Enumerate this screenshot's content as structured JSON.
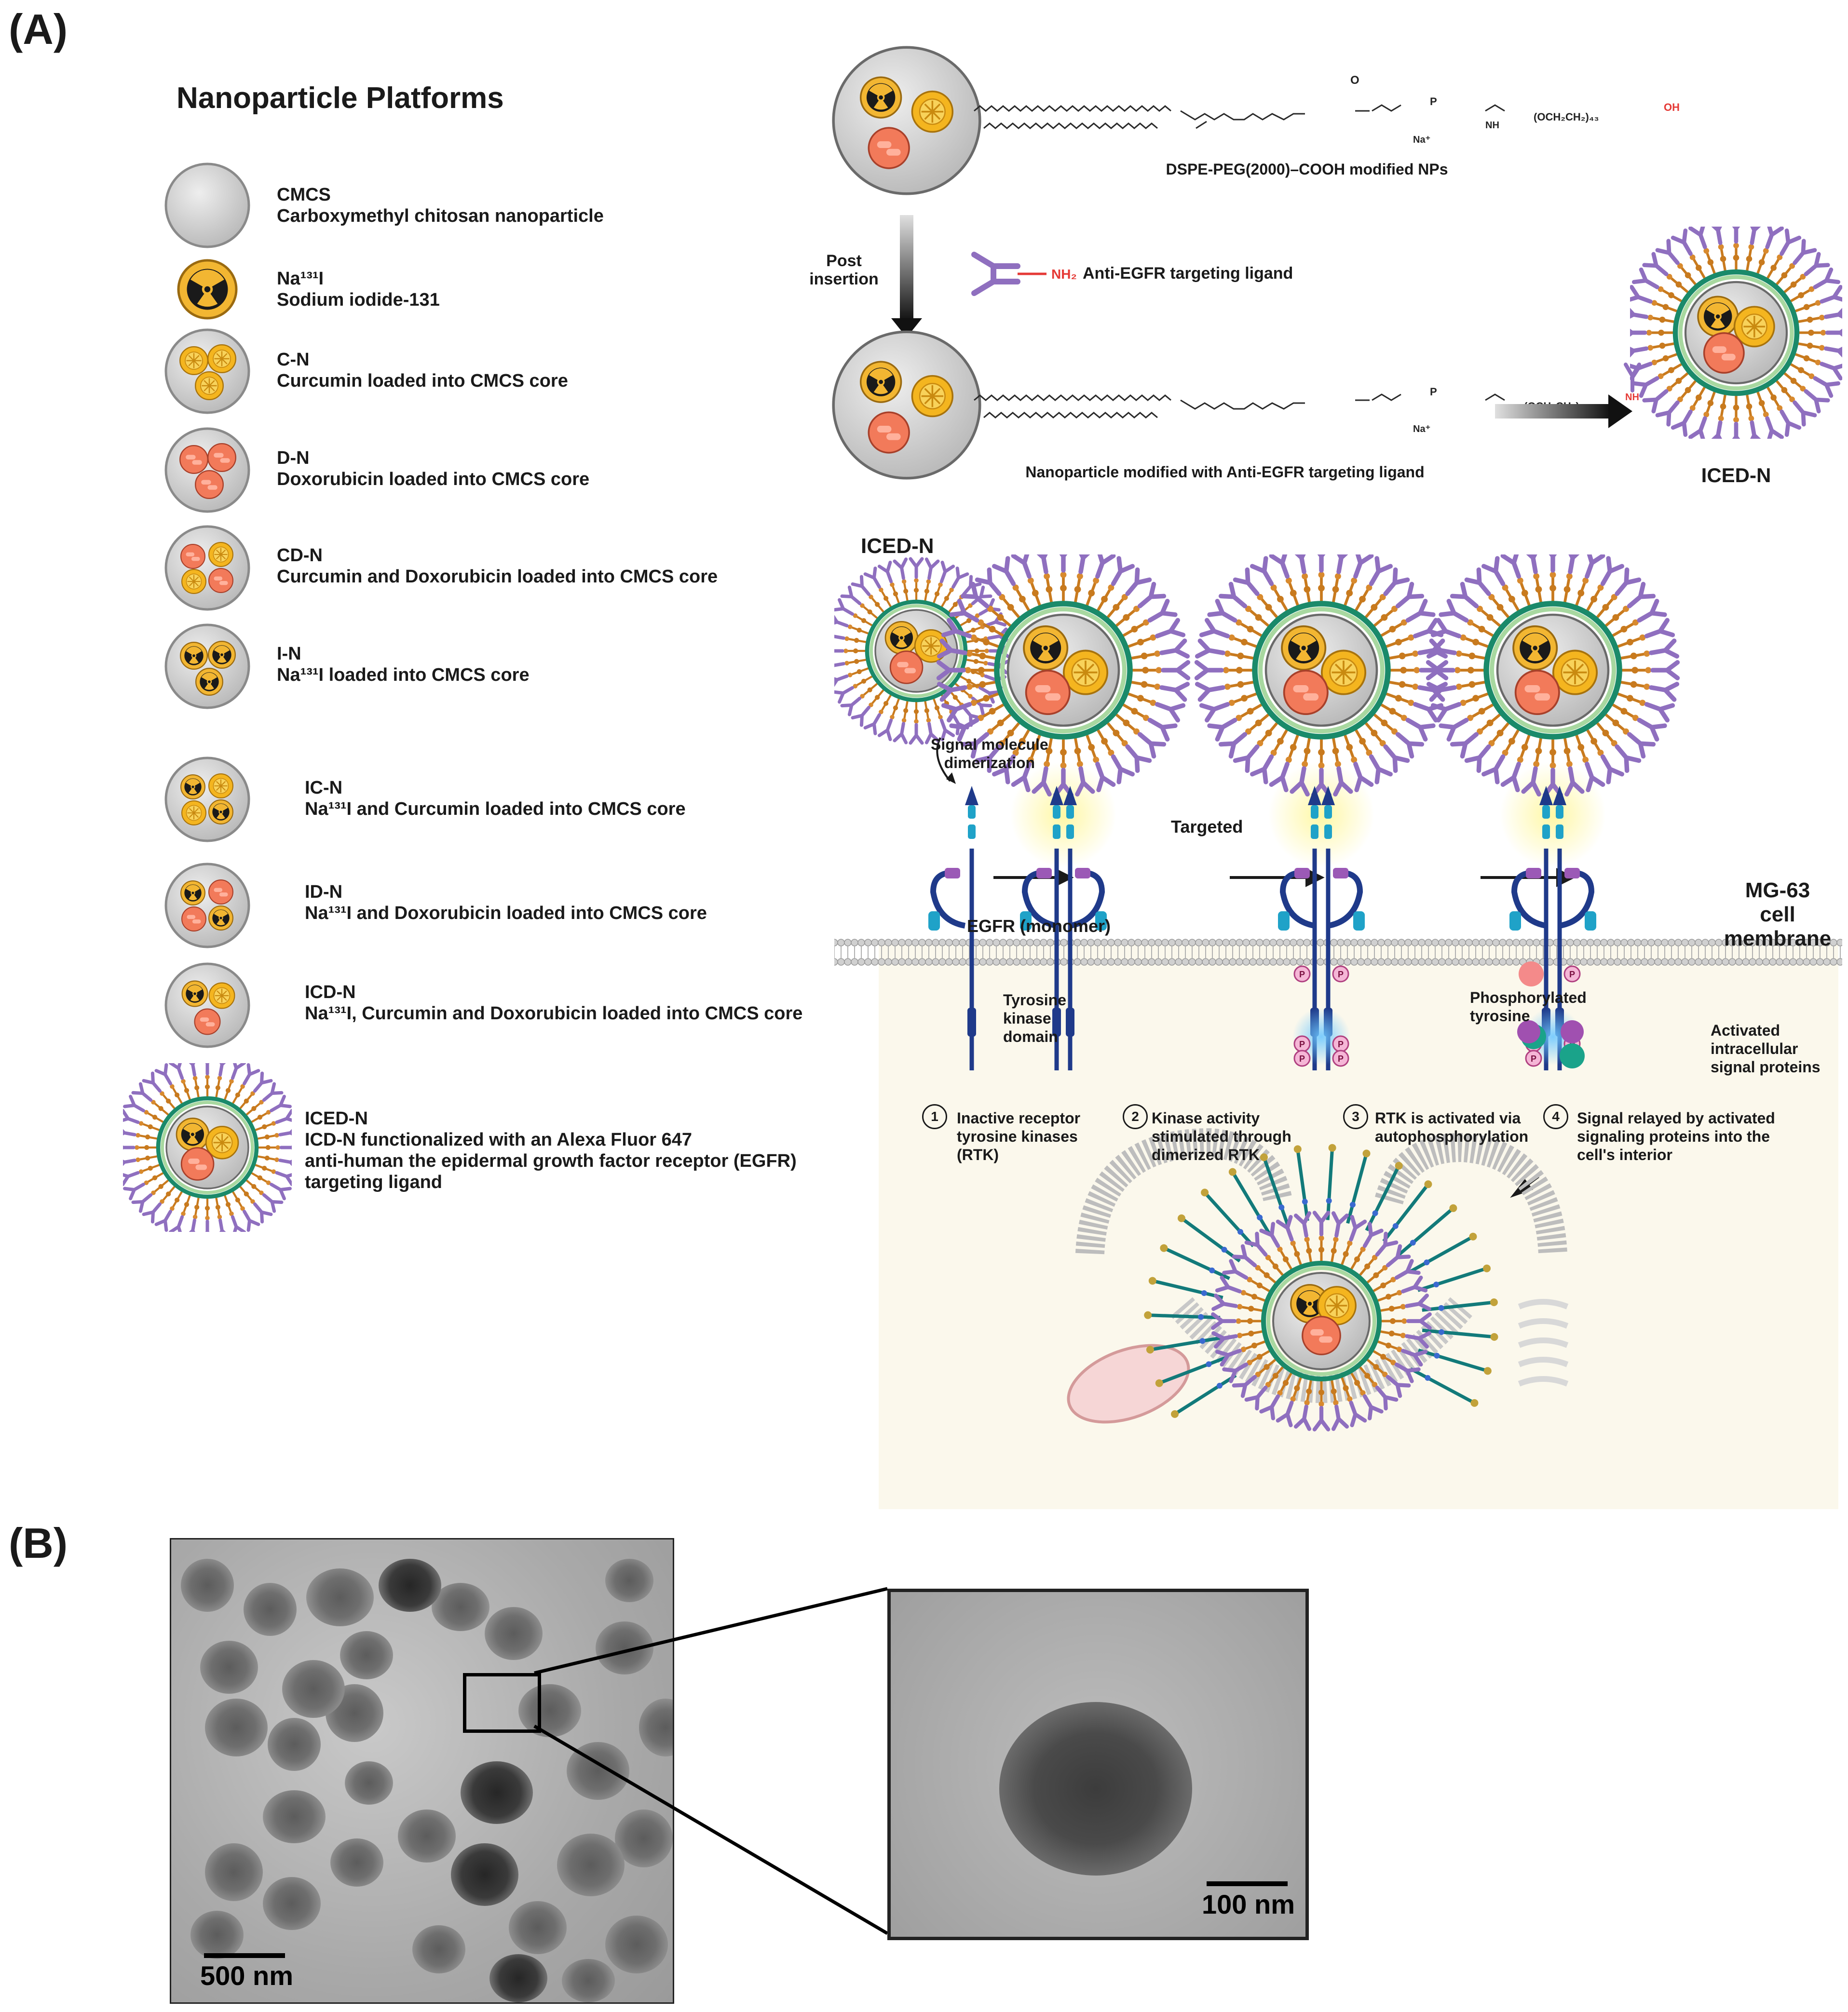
{
  "panel_labels": {
    "a": "(A)",
    "b": "(B)"
  },
  "platforms": {
    "title": "Nanoparticle Platforms",
    "items": [
      {
        "code": "CMCS",
        "desc": "Carboxymethyl chitosan nanoparticle"
      },
      {
        "code": "Na¹³¹I",
        "desc": "Sodium iodide-131"
      },
      {
        "code": "C-N",
        "desc": "Curcumin loaded into CMCS core"
      },
      {
        "code": "D-N",
        "desc": "Doxorubicin loaded into CMCS core"
      },
      {
        "code": "CD-N",
        "desc": "Curcumin and Doxorubicin loaded into CMCS core"
      },
      {
        "code": "I-N",
        "desc": "Na¹³¹I loaded into CMCS core"
      },
      {
        "code": "IC-N",
        "desc": "Na¹³¹I and Curcumin loaded into CMCS core"
      },
      {
        "code": "ID-N",
        "desc": "Na¹³¹I and Doxorubicin loaded into CMCS core"
      },
      {
        "code": "ICD-N",
        "desc": "Na¹³¹I, Curcumin and Doxorubicin loaded into CMCS core"
      },
      {
        "code": "ICED-N",
        "desc1": "ICD-N functionalized with an Alexa Fluor 647",
        "desc2": "anti-human the epidermal growth factor receptor (EGFR)",
        "desc3": "targeting ligand"
      }
    ]
  },
  "synthesis": {
    "caption_top": "DSPE-PEG(2000)–COOH modified NPs",
    "post_insertion_line1": "Post",
    "post_insertion_line2": "insertion",
    "ligand_label": "Anti-EGFR targeting ligand",
    "ligand_group": "NH₂",
    "caption_bottom": "Nanoparticle modified with Anti-EGFR targeting ligand",
    "product": "ICED-N",
    "peg_formula": "(OCH₂CH₂)₄₃",
    "cooh": "OH",
    "nh": "NH",
    "na": "Na⁺"
  },
  "mechanism": {
    "iced_label": "ICED-N",
    "signal_line1": "Signal molecule",
    "signal_line2": "dimerization",
    "targeted": "Targeted",
    "egfr": "EGFR (monomer)",
    "membrane_line1": "MG-63",
    "membrane_line2": "cell membrane",
    "tk_line1": "Tyrosine",
    "tk_line2": "kinase",
    "tk_line3": "domain",
    "phospho_line1": "Phosphorylated",
    "phospho_line2": "tyrosine",
    "activated_line1": "Activated",
    "activated_line2": "intracellular",
    "activated_line3": "signal proteins",
    "p": "P",
    "steps": [
      {
        "num": "1",
        "l1": "Inactive receptor",
        "l2": "tyrosine kinases",
        "l3": "(RTK)"
      },
      {
        "num": "2",
        "l1": "Kinase activity",
        "l2": "stimulated through",
        "l3": "dimerized RTK"
      },
      {
        "num": "3",
        "l1": "RTK is activated via",
        "l2": "autophosphorylation",
        "l3": ""
      },
      {
        "num": "4",
        "l1": "Signal relayed by activated",
        "l2": "signaling proteins into the",
        "l3": "cell's interior"
      }
    ]
  },
  "tem": {
    "scale_left": "500 nm",
    "scale_right": "100 nm"
  },
  "colors": {
    "cmcs_gray": "#cfcfcf",
    "iodide_yellow": "#f2b632",
    "curcumin_yellow": "#f4b51f",
    "doxorubicin_orange": "#f27a5a",
    "ligand_purple": "#8f6fbf",
    "peg_orange": "#c87a1e",
    "receptor_navy": "#1f3a8a",
    "receptor_cyan": "#1fa2c8",
    "membrane_gray": "#bdbdbd"
  }
}
